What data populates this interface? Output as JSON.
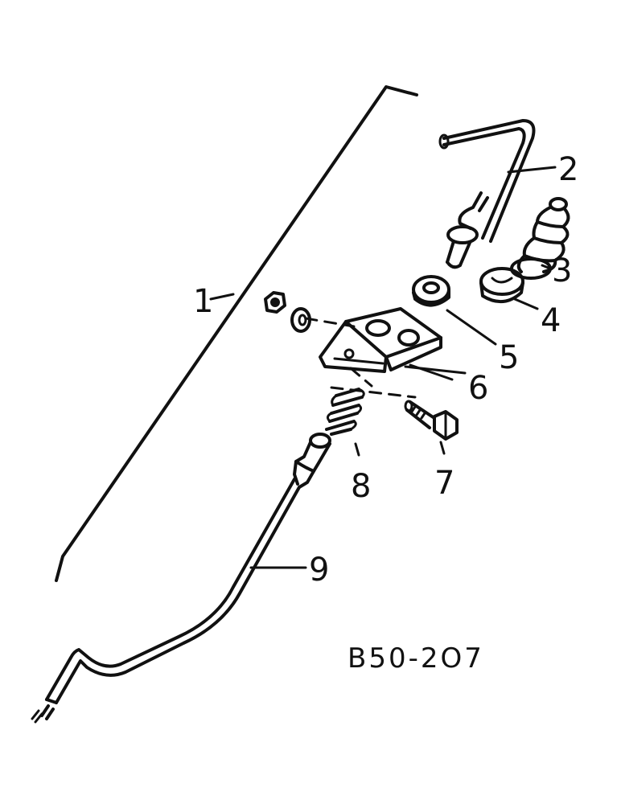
{
  "drawing_code": "B50-2O7",
  "callouts": [
    "1",
    "2",
    "3",
    "4",
    "5",
    "6",
    "7",
    "8",
    "9"
  ]
}
